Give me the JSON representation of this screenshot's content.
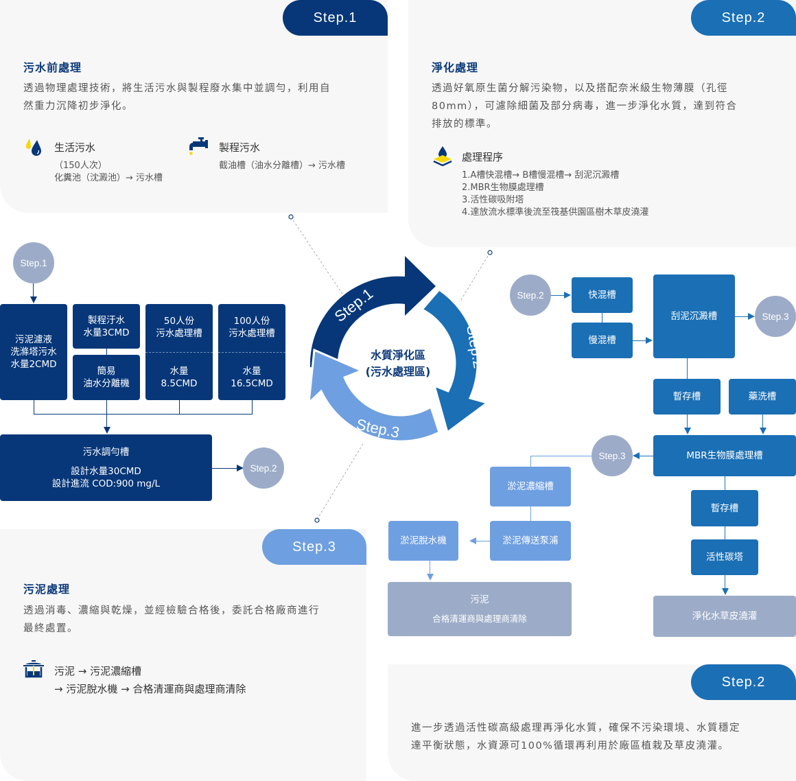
{
  "colors": {
    "navy": "#073779",
    "mid_blue": "#1a6fb5",
    "light_blue": "#6e9fe0",
    "grey_blue": "#9cacc8",
    "card_bg": "#f7f7f7",
    "yellow": "#f5d90a"
  },
  "step1_card": {
    "badge": "Step.1",
    "title": "污水前處理",
    "desc_line1": "透過物理處理技術，將生活污水與製程廢水集中並調勻，利用自",
    "desc_line2": "然重力沉降初步淨化。",
    "domestic": {
      "icon": "water-drops-icon",
      "title": "生活污水",
      "line1": "（150人次）",
      "line2": "化糞池（沈澱池）→ 污水槽"
    },
    "process": {
      "icon": "faucet-icon",
      "title": "製程污水",
      "line1": "截油槽（油水分離槽）→ 污水槽"
    }
  },
  "step2_card": {
    "badge": "Step.2",
    "title": "淨化處理",
    "desc_line1": "透過好氧原生菌分解污染物，以及搭配奈米級生物薄膜（孔徑",
    "desc_line2": "80mm），可濾除細菌及部分病毒，進一步淨化水質，達到符合",
    "desc_line3": "排放的標準。",
    "procedure": {
      "icon": "water-layer-icon",
      "title": "處理程序",
      "items": [
        "1.A槽快混槽→ B槽慢混槽→ 刮泥沉澱槽",
        "2.MBR生物膜處理槽",
        "3.活性碳吸附塔",
        "4.達放流水標準後流至筏基供園區樹木草皮澆灌"
      ]
    }
  },
  "step3_card": {
    "badge": "Step.3",
    "title": "污泥處理",
    "desc_line1": "透過消毒、濃縮與乾燥，並經檢驗合格後，委託合格廠商進行",
    "desc_line2": "最終處置。",
    "flow": {
      "icon": "sludge-tank-icon",
      "line1": "污泥 → 污泥濃縮槽",
      "line2": "→ 污泥脫水機 → 合格清運商與處理商清除"
    }
  },
  "step2b_card": {
    "badge": "Step.2",
    "desc_line1": "進一步透過活性碳高級處理再淨化水質，確保不污染環境、水質穩定",
    "desc_line2": "達平衡狀態，水資源可100%循環再利用於廠區植栽及草皮澆灌。"
  },
  "cycle": {
    "center_line1": "水質淨化區",
    "center_line2": "(污水處理區)",
    "arc1": "Step.1",
    "arc2": "Step.2",
    "arc3": "Step.3"
  },
  "flow1": {
    "start": "Step.1",
    "box1": [
      "污泥濾液",
      "洗滌塔污水",
      "水量2CMD"
    ],
    "box2a": [
      "製程汙水",
      "水量3CMD"
    ],
    "box2b": [
      "簡易",
      "油水分離機"
    ],
    "box3a": [
      "50人份",
      "污水處理槽"
    ],
    "box3b": [
      "水量",
      "8.5CMD"
    ],
    "box4a": [
      "100人份",
      "污水處理槽"
    ],
    "box4b": [
      "水量",
      "16.5CMD"
    ],
    "main_title": "污水調勻槽",
    "main_line1": "設計水量30CMD",
    "main_line2": "設計進流 COD:900 mg/L",
    "end": "Step.2"
  },
  "flow2": {
    "start": "Step.2",
    "fast": "快混槽",
    "slow": "慢混槽",
    "settle": "刮泥沉澱槽",
    "to_step3": "Step.3",
    "temp": "暫存槽",
    "chem": "藥洗槽",
    "mbr": "MBR生物膜處理槽",
    "mbr_step3": "Step.3",
    "temp2": "暫存槽",
    "carbon": "活性碳塔",
    "irrigation": "淨化水草皮澆灌"
  },
  "flow3": {
    "thicken": "淤泥濃縮槽",
    "pump": "淤泥傳送泵浦",
    "dewater": "淤泥脫水機",
    "final_line1": "污泥",
    "final_line2": "合格清運商與處理商清除"
  }
}
